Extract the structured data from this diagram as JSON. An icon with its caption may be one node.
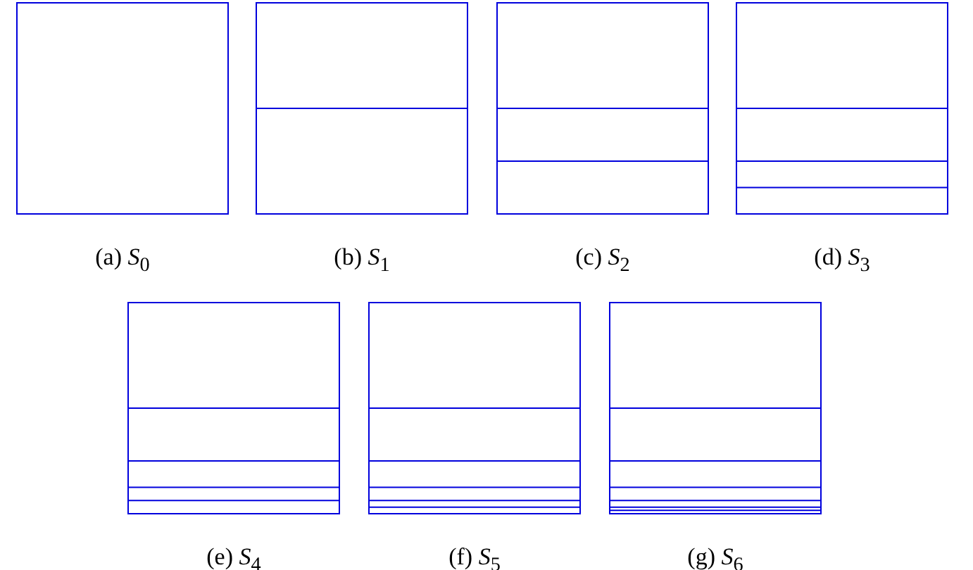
{
  "diagram": {
    "labels": [
      "(a) *S*$_{0}$",
      "(b) *S*$_{1}$",
      "(c) *S*$_{2}$",
      "(d) *S*$_{3}$",
      "(e) *S*$_{4}$",
      "(f) *S*$_{5}$",
      "(g) *S*$_{6}$"
    ]
  }
}
